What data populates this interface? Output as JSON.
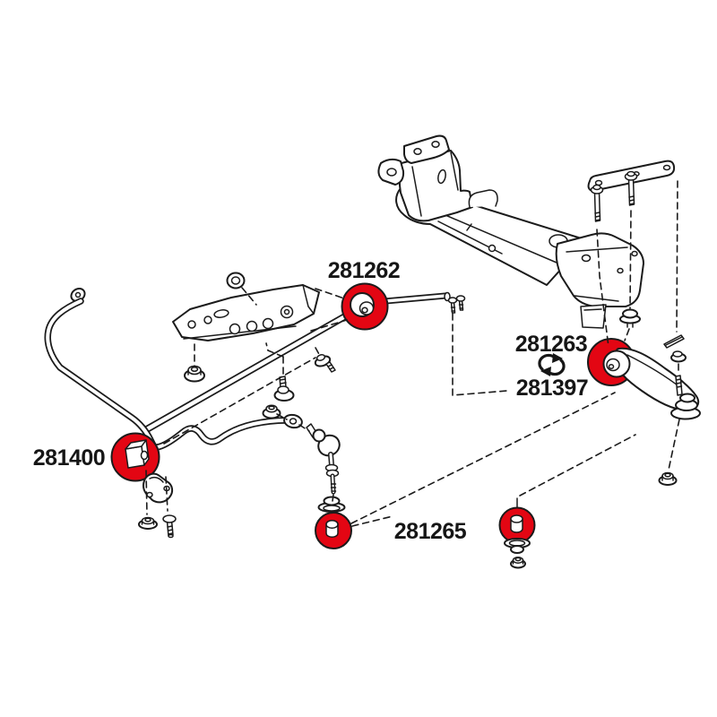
{
  "diagram": {
    "background_color": "#ffffff",
    "line_color": "#1b1b1b",
    "highlight_color": "#e30613",
    "part_labels": [
      {
        "number": "281262"
      },
      {
        "number": "281263"
      },
      {
        "number": "281397"
      },
      {
        "number": "281400"
      },
      {
        "number": "281265"
      }
    ],
    "interchange": {
      "icon": "swap-arrows-icon",
      "parts": [
        "281263",
        "281397"
      ]
    }
  }
}
